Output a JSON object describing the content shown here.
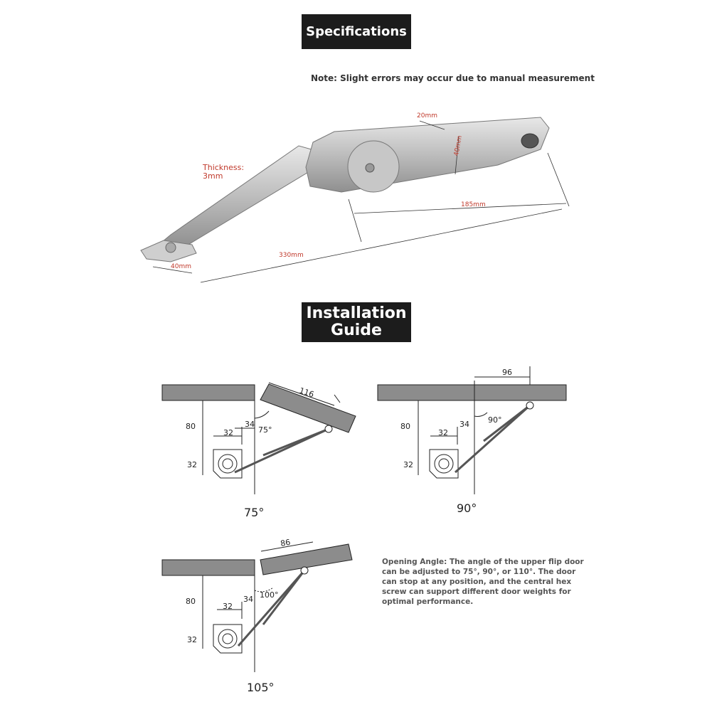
{
  "specs": {
    "title": "Specifications",
    "note": "Note: Slight errors may occur due to manual measurement",
    "dims": {
      "width_top": "20mm",
      "height": "40mm",
      "arm_length": "185mm",
      "total_length": "330mm",
      "base": "40mm",
      "thickness": "Thickness: 3mm"
    }
  },
  "install": {
    "title_line1": "Installation",
    "title_line2": "Guide",
    "diagrams": [
      {
        "angle_label": "75°",
        "top_dim": "116",
        "inner_angle": "75°",
        "d80": "80",
        "d32a": "32",
        "d34": "34",
        "d32b": "32"
      },
      {
        "angle_label": "90°",
        "top_dim": "96",
        "inner_angle": "90°",
        "d80": "80",
        "d32a": "32",
        "d34": "34",
        "d32b": "32"
      },
      {
        "angle_label": "105°",
        "top_dim": "86",
        "inner_angle": "100°",
        "d80": "80",
        "d32a": "32",
        "d34": "34",
        "d32b": "32"
      }
    ],
    "description": "Opening Angle: The angle of the upper flip door can be adjusted to 75°, 90°, or 110°. The door can stop at any position, and the central hex screw can support different door weights for optimal performance."
  },
  "colors": {
    "banner": "#1c1c1c",
    "dimension": "#c0392b",
    "panel": "#8c8c8c"
  }
}
